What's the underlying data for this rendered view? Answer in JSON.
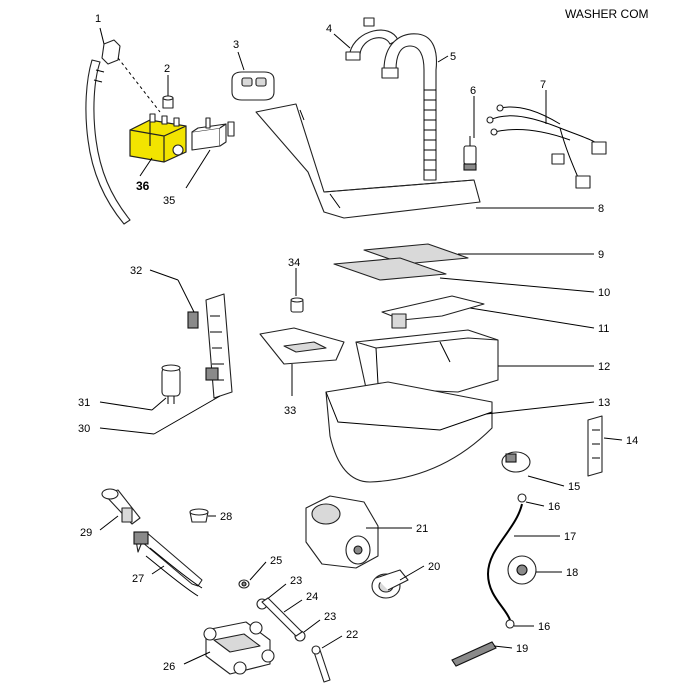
{
  "watermark": "WASHER COM",
  "highlight_color": "#f2e400",
  "callouts": {
    "p1": "1",
    "p2": "2",
    "p3": "3",
    "p4": "4",
    "p5": "5",
    "p6": "6",
    "p7": "7",
    "p8": "8",
    "p9": "9",
    "p10": "10",
    "p11": "11",
    "p12": "12",
    "p13": "13",
    "p14": "14",
    "p15": "15",
    "p16a": "16",
    "p16b": "16",
    "p17": "17",
    "p18": "18",
    "p19": "19",
    "p20": "20",
    "p21": "21",
    "p22": "22",
    "p23a": "23",
    "p23b": "23",
    "p24": "24",
    "p25": "25",
    "p26": "26",
    "p27": "27",
    "p28": "28",
    "p29": "29",
    "p30": "30",
    "p31": "31",
    "p32": "32",
    "p33": "33",
    "p34": "34",
    "p35": "35",
    "p36": "36"
  }
}
